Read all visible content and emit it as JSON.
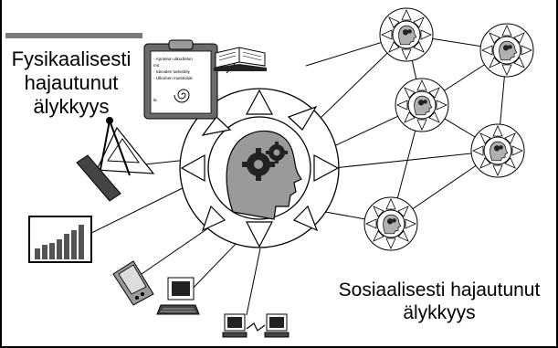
{
  "title": "",
  "labels": {
    "physical": [
      "Fysikaalisesti",
      "hajautunut",
      "älykkyys"
    ],
    "social": [
      "Sosiaalisesti hajautunut",
      "älykkyys"
    ]
  },
  "clipboard_lines": [
    "- Apotelun ulkodtelun",
    "ms.",
    "- Ideoiden tarkistely",
    "- Ulkoinen muistiosat",
    "la"
  ],
  "colors": {
    "line": "#000000",
    "bar": "#7a7a7a",
    "head": "#9a9a9a",
    "gear": "#222222"
  }
}
